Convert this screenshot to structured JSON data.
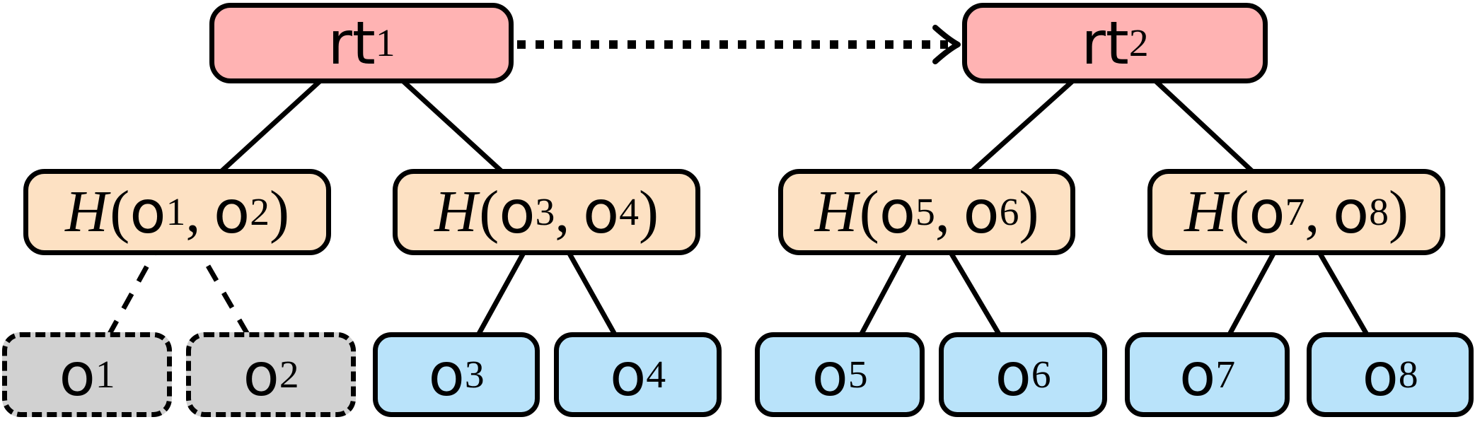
{
  "colors": {
    "root-fill": "#ffb3b3",
    "hash-fill": "#fde1c3",
    "leaf-fill": "#b9e3fa",
    "stale-fill": "#d1d1d1",
    "line": "#000000"
  },
  "nodes": [
    {
      "id": "rt1",
      "type": "root",
      "label": [
        {
          "t": "rt"
        },
        {
          "t": "1"
        }
      ]
    },
    {
      "id": "rt2",
      "type": "root",
      "label": [
        {
          "t": "rt"
        },
        {
          "t": "2"
        }
      ]
    },
    {
      "id": "h12",
      "type": "hash",
      "label": [
        {
          "t": "H"
        },
        {
          "t": "("
        },
        {
          "t": "o"
        },
        {
          "t": "1"
        },
        {
          "t": ","
        },
        {
          "t": "o"
        },
        {
          "t": "2"
        },
        {
          "t": ")"
        }
      ]
    },
    {
      "id": "h34",
      "type": "hash",
      "label": [
        {
          "t": "H"
        },
        {
          "t": "("
        },
        {
          "t": "o"
        },
        {
          "t": "3"
        },
        {
          "t": ","
        },
        {
          "t": "o"
        },
        {
          "t": "4"
        },
        {
          "t": ")"
        }
      ]
    },
    {
      "id": "h56",
      "type": "hash",
      "label": [
        {
          "t": "H"
        },
        {
          "t": "("
        },
        {
          "t": "o"
        },
        {
          "t": "5"
        },
        {
          "t": ","
        },
        {
          "t": "o"
        },
        {
          "t": "6"
        },
        {
          "t": ")"
        }
      ]
    },
    {
      "id": "h78",
      "type": "hash",
      "label": [
        {
          "t": "H"
        },
        {
          "t": "("
        },
        {
          "t": "o"
        },
        {
          "t": "7"
        },
        {
          "t": ","
        },
        {
          "t": "o"
        },
        {
          "t": "8"
        },
        {
          "t": ")"
        }
      ]
    },
    {
      "id": "o1",
      "type": "leaf-stale",
      "label": [
        {
          "t": "o"
        },
        {
          "t": "1"
        }
      ]
    },
    {
      "id": "o2",
      "type": "leaf-stale",
      "label": [
        {
          "t": "o"
        },
        {
          "t": "2"
        }
      ]
    },
    {
      "id": "o3",
      "type": "leaf",
      "label": [
        {
          "t": "o"
        },
        {
          "t": "3"
        }
      ]
    },
    {
      "id": "o4",
      "type": "leaf",
      "label": [
        {
          "t": "o"
        },
        {
          "t": "4"
        }
      ]
    },
    {
      "id": "o5",
      "type": "leaf",
      "label": [
        {
          "t": "o"
        },
        {
          "t": "5"
        }
      ]
    },
    {
      "id": "o6",
      "type": "leaf",
      "label": [
        {
          "t": "o"
        },
        {
          "t": "6"
        }
      ]
    },
    {
      "id": "o7",
      "type": "leaf",
      "label": [
        {
          "t": "o"
        },
        {
          "t": "7"
        }
      ]
    },
    {
      "id": "o8",
      "type": "leaf",
      "label": [
        {
          "t": "o"
        },
        {
          "t": "8"
        }
      ]
    }
  ],
  "edges": [
    {
      "from": "rt1",
      "to": "rt2",
      "style": "dotted-arrow"
    },
    {
      "from": "rt1",
      "to": "h12",
      "style": "solid"
    },
    {
      "from": "rt1",
      "to": "h34",
      "style": "solid"
    },
    {
      "from": "rt2",
      "to": "h56",
      "style": "solid"
    },
    {
      "from": "rt2",
      "to": "h78",
      "style": "solid"
    },
    {
      "from": "h12",
      "to": "o1",
      "style": "dashed"
    },
    {
      "from": "h12",
      "to": "o2",
      "style": "dashed"
    },
    {
      "from": "h34",
      "to": "o3",
      "style": "solid"
    },
    {
      "from": "h34",
      "to": "o4",
      "style": "solid"
    },
    {
      "from": "h56",
      "to": "o5",
      "style": "solid"
    },
    {
      "from": "h56",
      "to": "o6",
      "style": "solid"
    },
    {
      "from": "h78",
      "to": "o7",
      "style": "solid"
    },
    {
      "from": "h78",
      "to": "o8",
      "style": "solid"
    }
  ]
}
